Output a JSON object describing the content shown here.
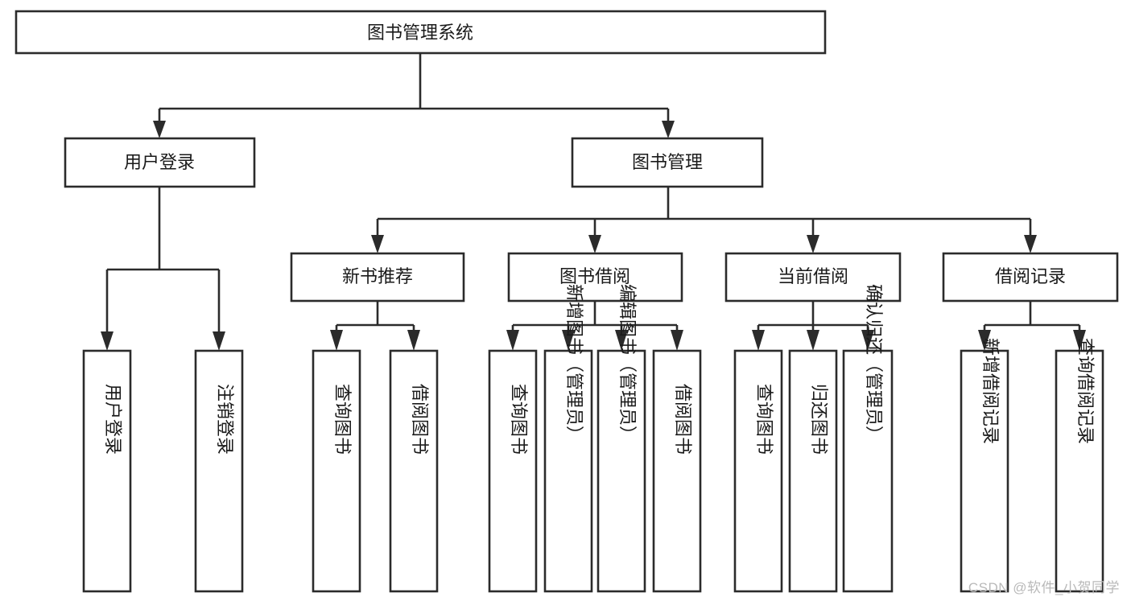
{
  "diagram": {
    "title": "图书管理系统",
    "type": "tree",
    "watermark": "CSDN @软件_小贺同学",
    "colors": {
      "stroke": "#2b2b2b",
      "fill": "#ffffff",
      "text": "#1a1a1a",
      "watermark": "#b9b9b9",
      "background": "#ffffff"
    },
    "levels": {
      "root": "图书管理系统",
      "level2": [
        "用户登录",
        "图书管理"
      ],
      "level3": [
        "新书推荐",
        "图书借阅",
        "当前借阅",
        "借阅记录"
      ]
    },
    "nodes": {
      "root": {
        "label": "图书管理系统",
        "orientation": "horizontal"
      },
      "user_login": {
        "label": "用户登录",
        "orientation": "horizontal"
      },
      "book_manage": {
        "label": "图书管理",
        "orientation": "horizontal"
      },
      "new_book_rec": {
        "label": "新书推荐",
        "orientation": "horizontal"
      },
      "book_borrow": {
        "label": "图书借阅",
        "orientation": "horizontal"
      },
      "current_borrow": {
        "label": "当前借阅",
        "orientation": "horizontal"
      },
      "borrow_record": {
        "label": "借阅记录",
        "orientation": "horizontal"
      },
      "leaf_user_login": {
        "label": "用户登录",
        "orientation": "vertical"
      },
      "leaf_logout": {
        "label": "注销登录",
        "orientation": "vertical"
      },
      "leaf_query_book_1": {
        "label": "查询图书",
        "orientation": "vertical"
      },
      "leaf_borrow_book_1": {
        "label": "借阅图书",
        "orientation": "vertical"
      },
      "leaf_query_book_2": {
        "label": "查询图书",
        "orientation": "vertical"
      },
      "leaf_add_book": {
        "label": "新增图书（管理员）",
        "orientation": "vertical"
      },
      "leaf_edit_book": {
        "label": "编辑图书（管理员）",
        "orientation": "vertical"
      },
      "leaf_borrow_book_2": {
        "label": "借阅图书",
        "orientation": "vertical"
      },
      "leaf_query_book_3": {
        "label": "查询图书",
        "orientation": "vertical"
      },
      "leaf_return_book": {
        "label": "归还图书",
        "orientation": "vertical"
      },
      "leaf_confirm_return": {
        "label": "确认归还（管理员）",
        "orientation": "vertical"
      },
      "leaf_add_record": {
        "label": "新增借阅记录",
        "orientation": "vertical"
      },
      "leaf_query_record": {
        "label": "查询借阅记录",
        "orientation": "vertical"
      }
    },
    "edges": [
      {
        "from": "图书管理系统",
        "to": "用户登录"
      },
      {
        "from": "图书管理系统",
        "to": "图书管理"
      },
      {
        "from": "用户登录",
        "to": "用户登录"
      },
      {
        "from": "用户登录",
        "to": "注销登录"
      },
      {
        "from": "图书管理",
        "to": "新书推荐"
      },
      {
        "from": "图书管理",
        "to": "图书借阅"
      },
      {
        "from": "图书管理",
        "to": "当前借阅"
      },
      {
        "from": "图书管理",
        "to": "借阅记录"
      },
      {
        "from": "新书推荐",
        "to": "查询图书"
      },
      {
        "from": "新书推荐",
        "to": "借阅图书"
      },
      {
        "from": "图书借阅",
        "to": "查询图书"
      },
      {
        "from": "图书借阅",
        "to": "新增图书（管理员）"
      },
      {
        "from": "图书借阅",
        "to": "编辑图书（管理员）"
      },
      {
        "from": "图书借阅",
        "to": "借阅图书"
      },
      {
        "from": "当前借阅",
        "to": "查询图书"
      },
      {
        "from": "当前借阅",
        "to": "归还图书"
      },
      {
        "from": "当前借阅",
        "to": "确认归还（管理员）"
      },
      {
        "from": "借阅记录",
        "to": "新增借阅记录"
      },
      {
        "from": "借阅记录",
        "to": "查询借阅记录"
      }
    ]
  }
}
